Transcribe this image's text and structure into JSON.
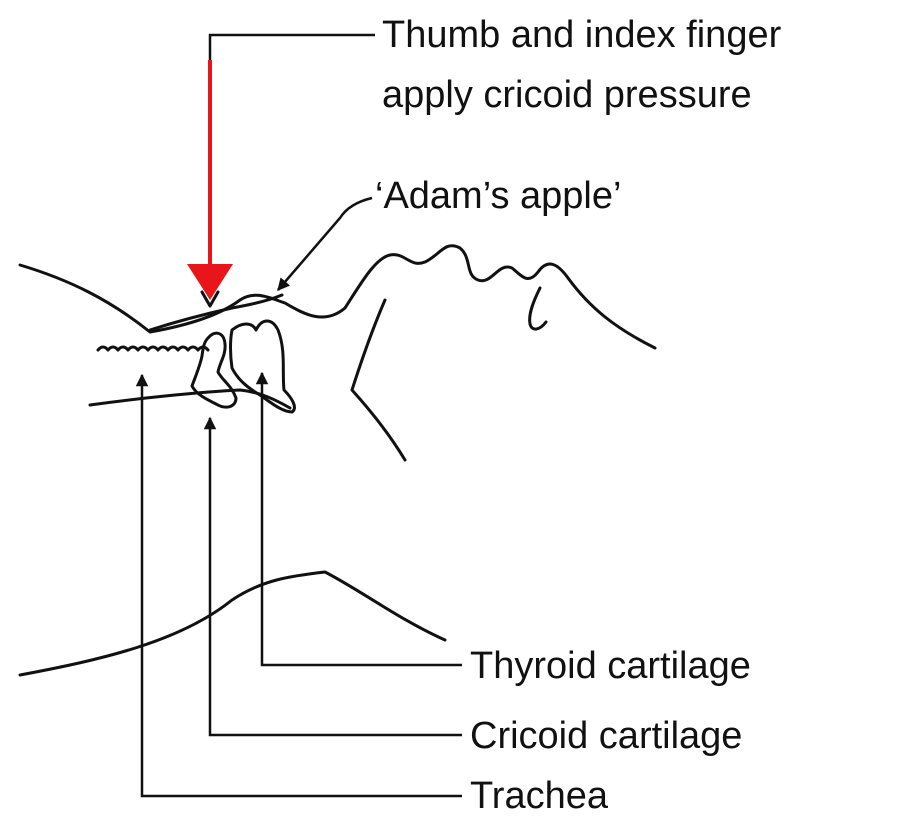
{
  "labels": {
    "pressure_line1": "Thumb and index finger",
    "pressure_line2": "apply cricoid pressure",
    "adams_apple": "‘Adam’s apple’",
    "thyroid": "Thyroid cartilage",
    "cricoid": "Cricoid cartilage",
    "trachea": "Trachea"
  },
  "colors": {
    "outline": "#111111",
    "pressure_arrow": "#e8161b",
    "background": "#ffffff"
  }
}
